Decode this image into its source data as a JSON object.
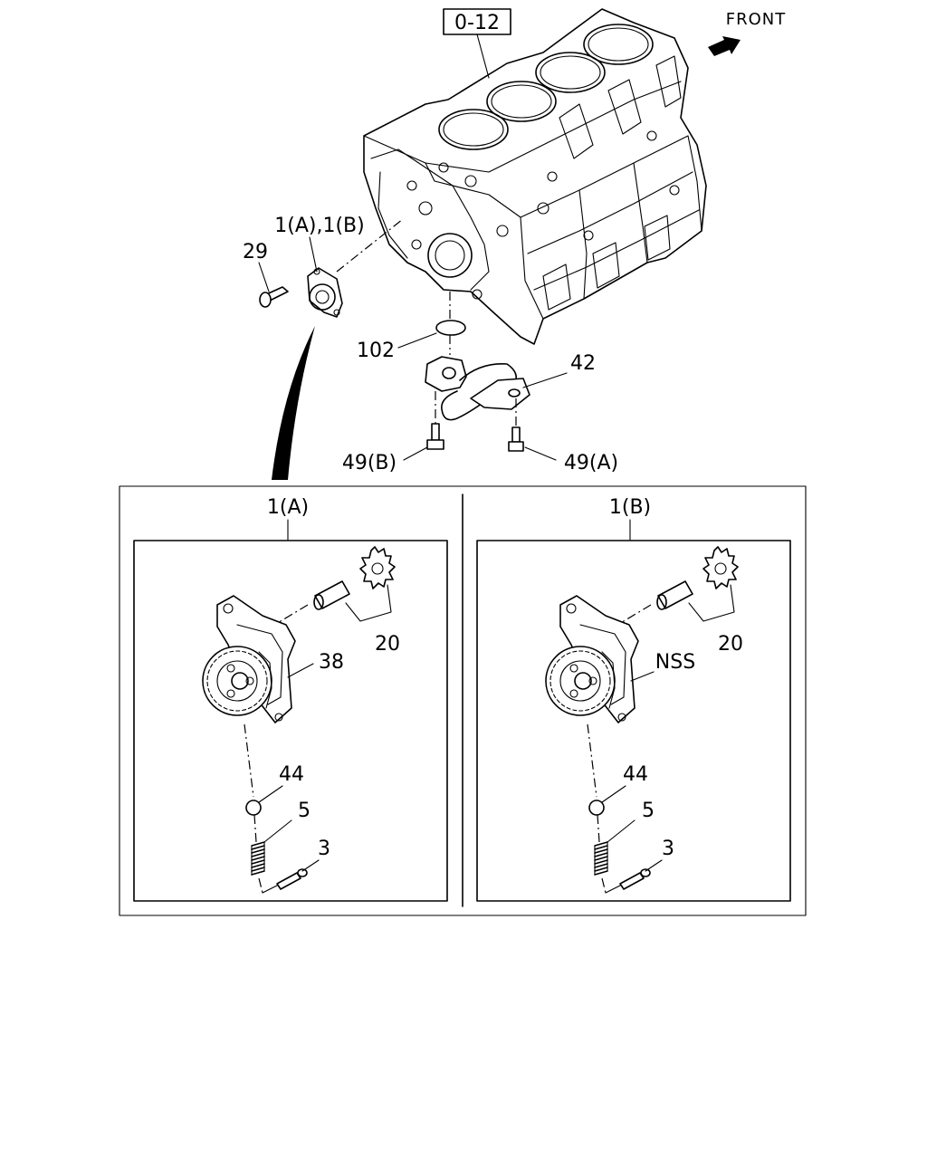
{
  "ref_box": "0-12",
  "front_label": "FRONT",
  "labels": {
    "assembly_ref": "1(A),1(B)",
    "bolt_29": "29",
    "oring_102": "102",
    "strainer_42": "42",
    "bolt_49b": "49(B)",
    "bolt_49a": "49(A)"
  },
  "panel_a": {
    "title": "1(A)",
    "shaft": "20",
    "body": "38",
    "ball": "44",
    "spring": "5",
    "pin": "3"
  },
  "panel_b": {
    "title": "1(B)",
    "shaft": "20",
    "body": "NSS",
    "ball": "44",
    "spring": "5",
    "pin": "3"
  }
}
